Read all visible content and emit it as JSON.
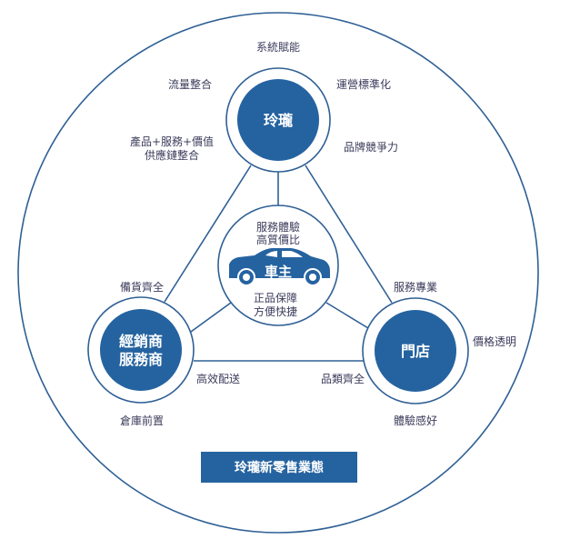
{
  "colors": {
    "primary": "#2563a0",
    "line": "#2f6095",
    "text": "#3b3b5c"
  },
  "nodes": {
    "top": "玲瓏",
    "left_line1": "經銷商",
    "left_line2": "服務商",
    "right": "門店",
    "center": "車主"
  },
  "center_labels": {
    "top_line1": "服務體驗",
    "top_line2": "高質價比",
    "bottom_line1": "正品保障",
    "bottom_line2": "方便快捷"
  },
  "labels": {
    "system": "系統賦能",
    "traffic": "流量整合",
    "operations": "運營標準化",
    "supply_line1": "產品+服務+價值",
    "supply_line2": "供應鏈整合",
    "brand": "品牌競爭力",
    "stock": "備貨齊全",
    "service": "服務專業",
    "price": "價格透明",
    "delivery": "高效配送",
    "category": "品類齊全",
    "warehouse": "倉庫前置",
    "experience": "體驗感好"
  },
  "banner": "玲瓏新零售業態",
  "icons": {
    "center": "car-icon"
  }
}
